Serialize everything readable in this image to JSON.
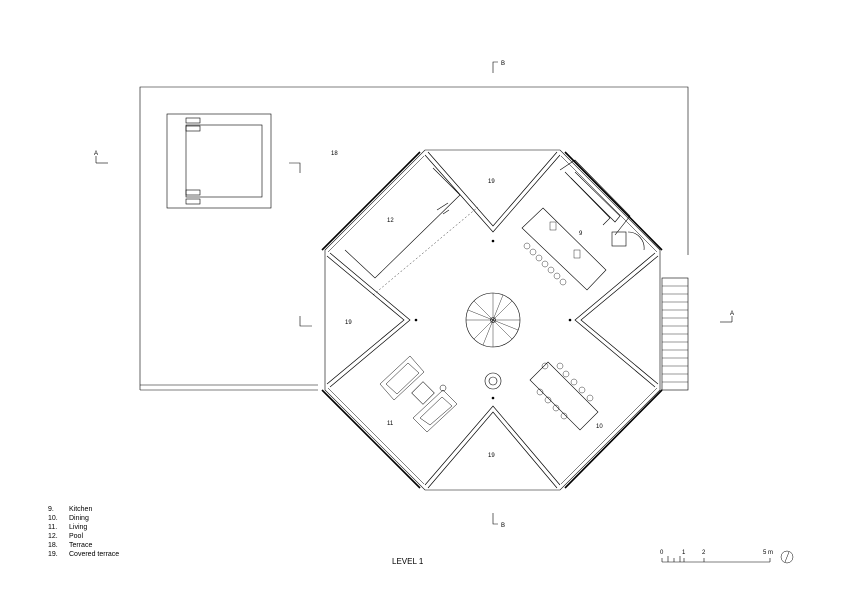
{
  "rooms": {
    "kitchen": "9",
    "dining": "10",
    "living": "11",
    "pool": "12",
    "terrace": "18",
    "covered_top": "19",
    "covered_left": "19",
    "covered_bottom": "19"
  },
  "section_marks": {
    "a_left": "A",
    "a_right": "A",
    "b_top": "B",
    "b_bottom": "B"
  },
  "legend": [
    {
      "num": "9.",
      "label": "Kitchen"
    },
    {
      "num": "10.",
      "label": "Dining"
    },
    {
      "num": "11.",
      "label": "Living"
    },
    {
      "num": "12.",
      "label": "Pool"
    },
    {
      "num": "18.",
      "label": "Terrace"
    },
    {
      "num": "19.",
      "label": "Covered terrace"
    }
  ],
  "title": "LEVEL 1",
  "scale": {
    "t0": "0",
    "t1": "1",
    "t2": "2",
    "t5": "5 m"
  }
}
